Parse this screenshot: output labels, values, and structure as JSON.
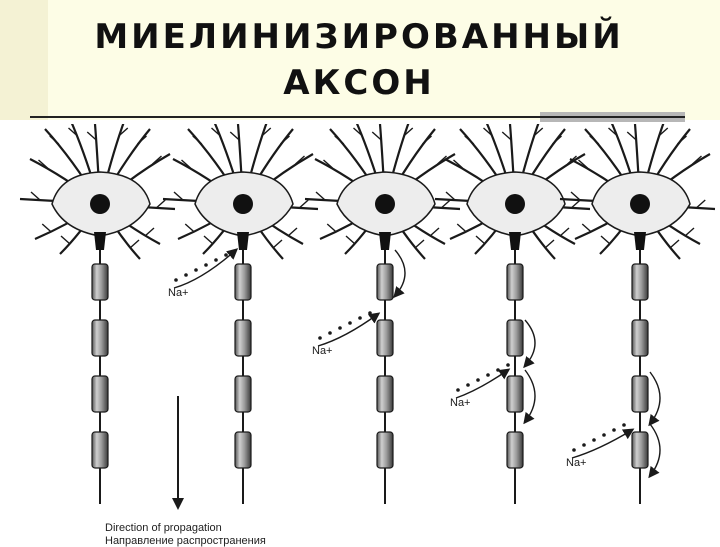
{
  "slide": {
    "title_line1": "МИЕЛИНИЗИРОВАННЫЙ",
    "title_line2": "АКСОН"
  },
  "diagram": {
    "ion_label": "Na+",
    "propagation_label": "Direction of propagation",
    "propagation_label_ru": "Направление распространения",
    "colors": {
      "ink": "#1a1a1a",
      "myelin": "#8c8c8c",
      "soma": "#ededed"
    },
    "icons": [
      "neuron-icon",
      "myelin-segment-icon",
      "sodium-ion-icon",
      "arrow-down-icon"
    ]
  }
}
